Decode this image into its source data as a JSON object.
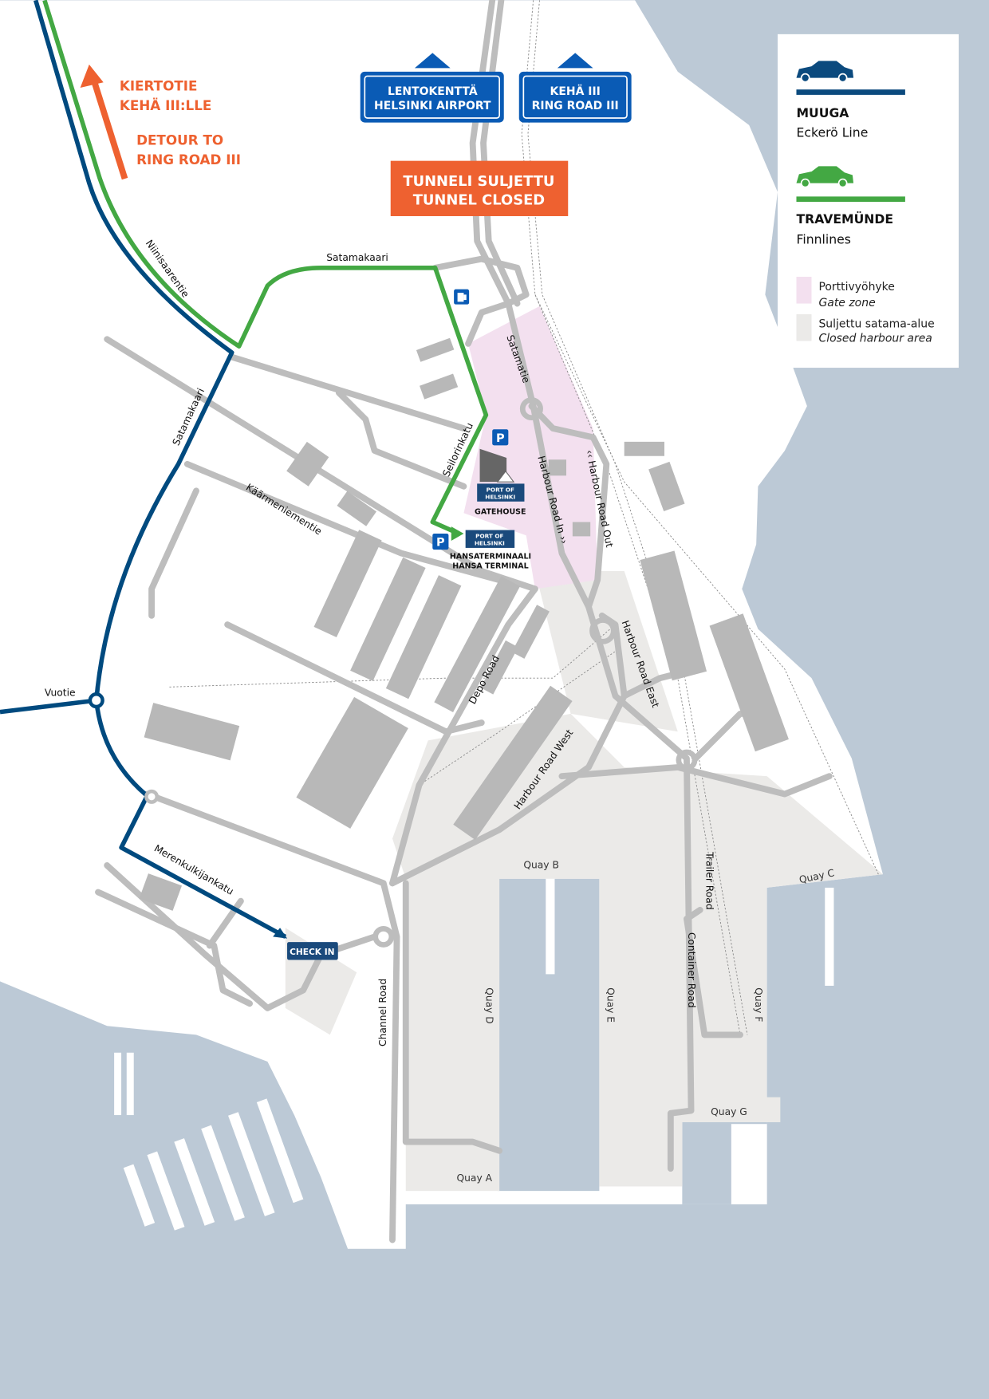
{
  "colors": {
    "water": "#bcc9d6",
    "land": "#ffffff",
    "road": "#bdbdbd",
    "closed_area": "#ebeae8",
    "gate_zone": "#f3e0ef",
    "muuga_route": "#004a7f",
    "travemunde_route": "#43a843",
    "detour": "#ee6130",
    "sign_blue": "#0a5bb5"
  },
  "signs": {
    "airport": {
      "line1": "LENTOKENTTÄ",
      "line2": "HELSINKI AIRPORT"
    },
    "ring_road": {
      "line1": "KEHÄ III",
      "line2": "RING ROAD III"
    },
    "tunnel": {
      "line1": "TUNNELI SULJETTU",
      "line2": "TUNNEL CLOSED"
    }
  },
  "detour": {
    "fi1": "KIERTOTIE",
    "fi2": "KEHÄ III:LLE",
    "en1": "DETOUR TO",
    "en2": "RING ROAD III"
  },
  "legend": {
    "muuga": {
      "title": "MUUGA",
      "subtitle": "Eckerö Line",
      "icon": "car-icon"
    },
    "travemunde": {
      "title": "TRAVEMÜNDE",
      "subtitle": "Finnlines",
      "icon": "car-icon"
    },
    "gate_zone": {
      "fi": "Porttivyöhyke",
      "en": "Gate zone"
    },
    "closed_area": {
      "fi": "Suljettu satama-alue",
      "en": "Closed harbour area"
    }
  },
  "streets": {
    "satamakaari_top": "Satamakaari",
    "niinisaarentie": "Niinisaarentie",
    "satamakaari_left": "Satamakaari",
    "satamatie": "Satamatie",
    "seilorinkatu": "Seilorinkatu",
    "kaarmeniementie": "Käärmeniementie",
    "harbour_road_in": "Harbour Road In ››",
    "harbour_road_out": "‹‹ Harbour Road Out",
    "vuotie": "Vuotie",
    "depo_road": "Depo Road",
    "harbour_road_east": "Harbour Road East",
    "harbour_road_west": "Harbour Road West",
    "merenkulkijankatu": "Merenkulkijankatu",
    "channel_road": "Channel Road",
    "trailer_road": "Trailer Road",
    "container_road": "Container Road"
  },
  "quays": {
    "a": "Quay A",
    "b": "Quay B",
    "c": "Quay C",
    "d": "Quay D",
    "e": "Quay E",
    "f": "Quay F",
    "g": "Quay G"
  },
  "poi": {
    "port_logo_1": "PORT OF",
    "port_logo_2": "HELSINKI",
    "gatehouse": "GATEHOUSE",
    "hansa_fi": "HANSATERMINAALI",
    "hansa_en": "HANSA TERMINAL",
    "check_in": "CHECK IN",
    "parking": "P"
  }
}
